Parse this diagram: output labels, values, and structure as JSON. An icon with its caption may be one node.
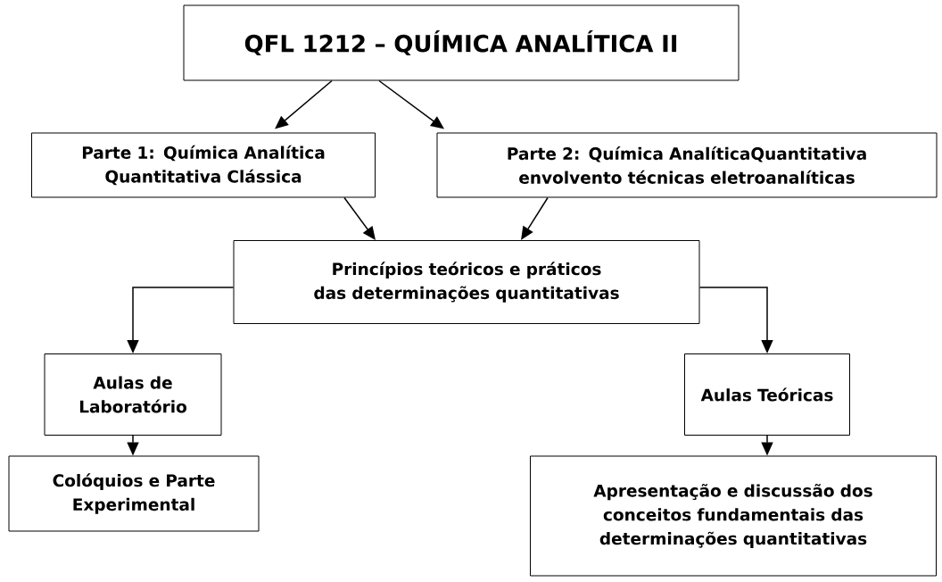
{
  "diagram": {
    "nodes": [
      {
        "text": [
          "QFL 1212 – QUÍMICA ANALÍTICA II"
        ]
      },
      {
        "text": [
          "Parte 1: Química Analítica Quantitativa Clássica"
        ]
      },
      {
        "text": [
          "Parte 2: Química AnalíticaQuantitativa envolvento técnicas eletroanalíticas"
        ]
      },
      {
        "text": [
          "Princípios teóricos e práticos das determinações quantitativas"
        ]
      },
      {
        "text": [
          "Aulas de Laboratório"
        ]
      },
      {
        "text": [
          "Aulas Teóricas"
        ]
      },
      {
        "text": [
          "Colóquios e Parte Experimental"
        ]
      },
      {
        "text": [
          "Apresentação e discussão dos conceitos fundamentais das determinações quantitativas"
        ]
      }
    ],
    "edges": [
      {
        "from": 0,
        "to": 1,
        "arrow": "to"
      },
      {
        "from": 0,
        "to": 2,
        "arrow": "to"
      },
      {
        "from": 1,
        "to": 3,
        "arrow": "to"
      },
      {
        "from": 2,
        "to": 3,
        "arrow": "to"
      },
      {
        "from": 3,
        "to": 4,
        "arrow": "to"
      },
      {
        "from": 3,
        "to": 5,
        "arrow": "to"
      },
      {
        "from": 4,
        "to": 6,
        "arrow": "to"
      },
      {
        "from": 5,
        "to": 7,
        "arrow": "to"
      }
    ]
  }
}
